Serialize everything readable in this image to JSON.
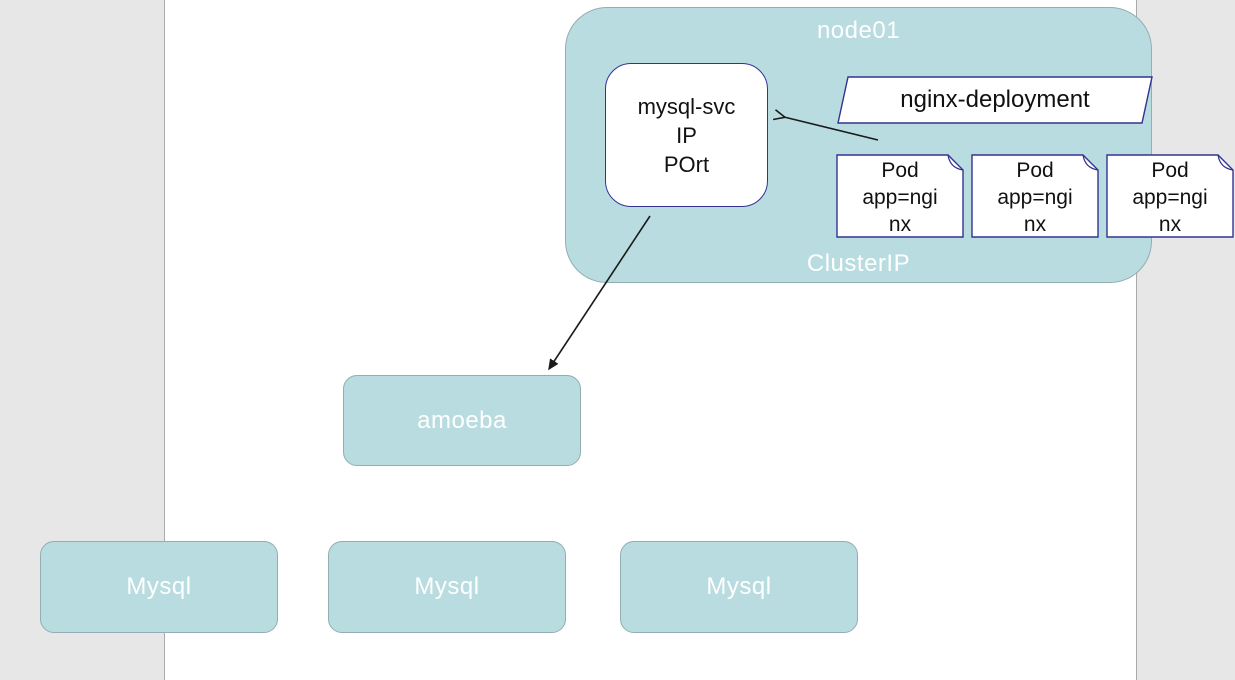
{
  "colors": {
    "teal": "#b8dce0",
    "teal_border": "#93aeb2",
    "blue_border": "#333392",
    "gutter": "#e7e7e7",
    "gutter_line": "#ababab",
    "arrow": "#1a1a1a"
  },
  "node_group": {
    "title": "node01",
    "footer": "ClusterIP"
  },
  "service": {
    "lines": [
      "mysql-svc",
      "IP",
      "POrt"
    ]
  },
  "deployment": {
    "label": "nginx-deployment"
  },
  "pods": [
    {
      "lines": [
        "Pod",
        "app=ngi",
        "nx"
      ]
    },
    {
      "lines": [
        "Pod",
        "app=ngi",
        "nx"
      ]
    },
    {
      "lines": [
        "Pod",
        "app=ngi",
        "nx"
      ]
    }
  ],
  "middleware": {
    "label": "amoeba"
  },
  "databases": [
    {
      "label": "Mysql"
    },
    {
      "label": "Mysql"
    },
    {
      "label": "Mysql"
    }
  ]
}
